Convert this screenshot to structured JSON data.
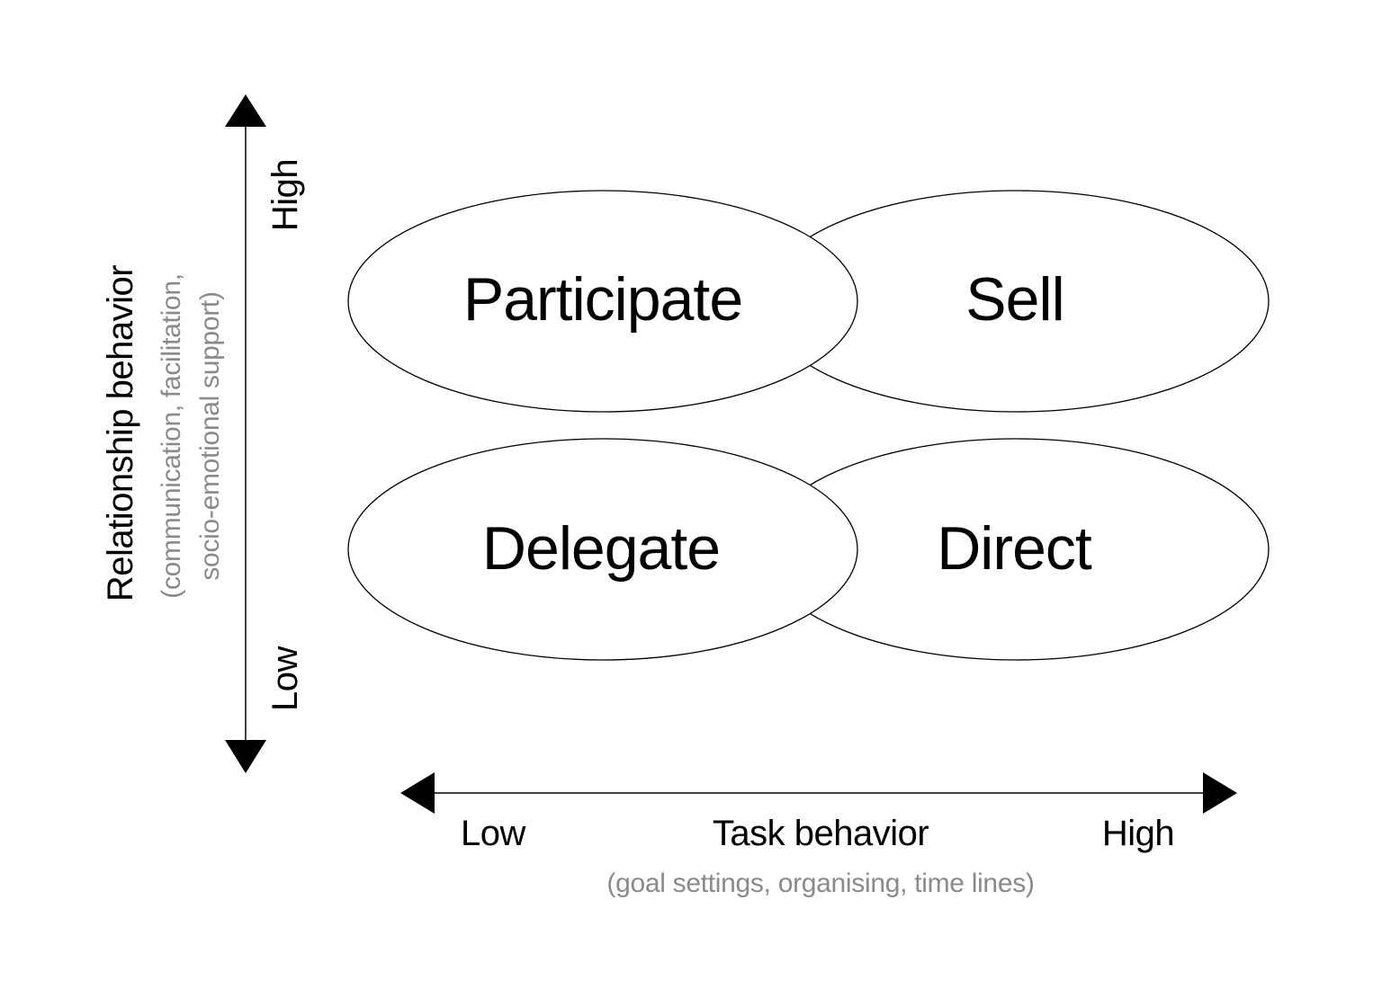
{
  "quadrants": {
    "participate": "Participate",
    "sell": "Sell",
    "delegate": "Delegate",
    "direct": "Direct"
  },
  "y_axis": {
    "title": "Relationship behavior",
    "subtitle_line1": "(communication, facilitation,",
    "subtitle_line2": "socio-emotional support)",
    "high_label": "High",
    "low_label": "Low"
  },
  "x_axis": {
    "title": "Task behavior",
    "subtitle": "(goal settings, organising, time lines)",
    "low_label": "Low",
    "high_label": "High"
  },
  "colors": {
    "stroke": "#000000",
    "subtitle": "#8a8a8a",
    "background": "#ffffff"
  }
}
